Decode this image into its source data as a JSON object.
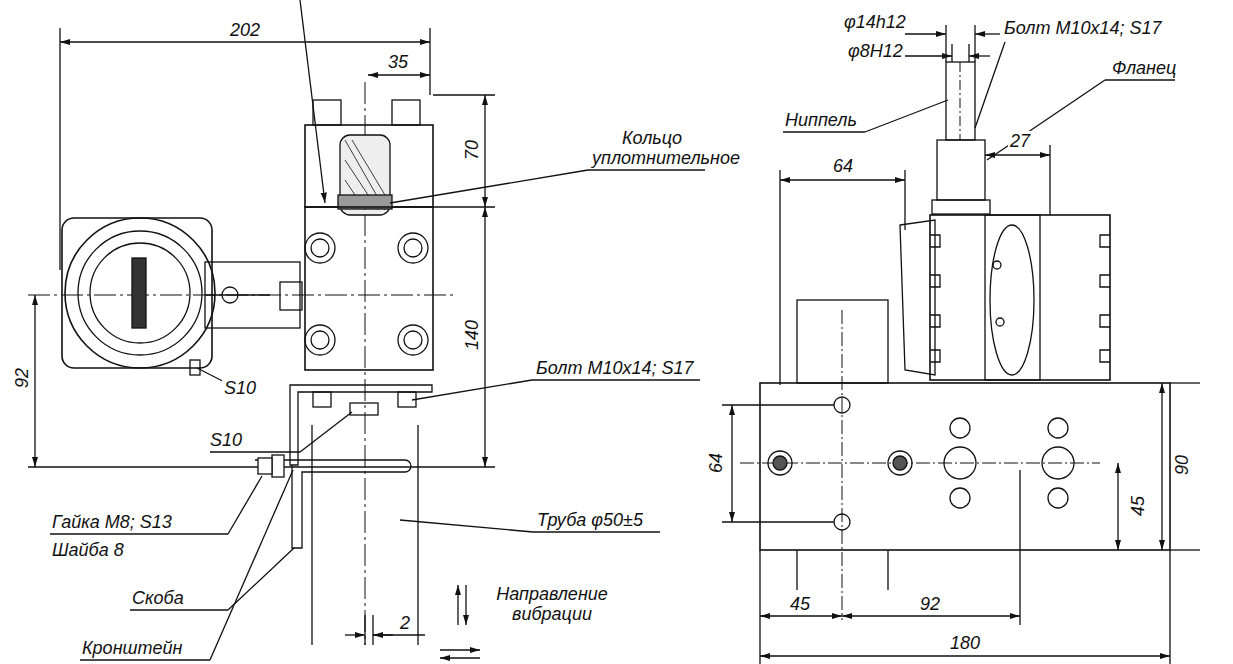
{
  "diagram": {
    "labels": [
      "202",
      "35",
      "70",
      "140",
      "92",
      "Кольцо уплотнительное",
      "S10",
      "Болт M10x14; S17",
      "S10",
      "Гайка M8; S13",
      "Шайба 8",
      "Скоба",
      "Кронштейн",
      "Труба φ50±5",
      "2",
      "Направление вибрации",
      "φ14h12",
      "φ8H12",
      "Болт M10x14; S17",
      "Фланец",
      "Ниппель",
      "64",
      "27",
      "64",
      "90",
      "45",
      "45",
      "92",
      "180"
    ]
  }
}
